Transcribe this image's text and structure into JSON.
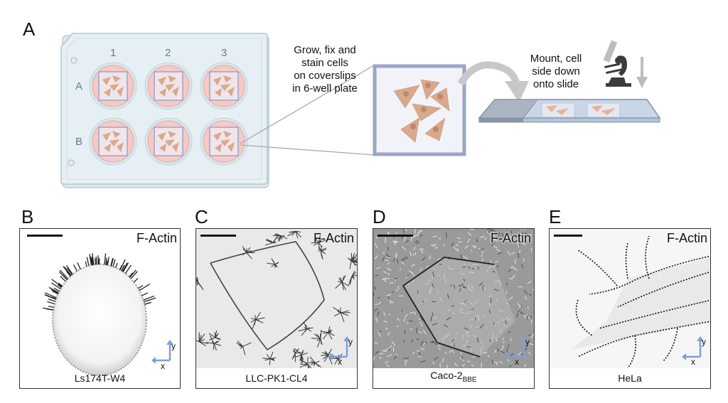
{
  "panels": {
    "A": {
      "letter": "A",
      "plate": {
        "column_labels": [
          "1",
          "2",
          "3"
        ],
        "row_labels": [
          "A",
          "B"
        ]
      },
      "step1_text": [
        "Grow, fix and",
        "stain cells",
        "on coverslips",
        "in 6-well plate"
      ],
      "step2_text": [
        "Mount, cell",
        "side down",
        "onto slide"
      ],
      "icons": [
        "well-plate-icon",
        "coverslip-cells-icon",
        "curved-arrow-icon",
        "microscope-icon",
        "down-arrow-icon",
        "glass-slide-icon"
      ]
    },
    "B": {
      "letter": "B",
      "stain": "F-Actin",
      "cell_line": "Ls174T-W4",
      "axis_x": "x",
      "axis_y": "y"
    },
    "C": {
      "letter": "C",
      "stain": "F-Actin",
      "cell_line": "LLC-PK1-CL4",
      "axis_x": "x",
      "axis_y": "y"
    },
    "D": {
      "letter": "D",
      "stain": "F-Actin",
      "cell_line": "Caco-2",
      "cell_line_sub": "BBE",
      "axis_x": "x",
      "axis_y": "y"
    },
    "E": {
      "letter": "E",
      "stain": "F-Actin",
      "cell_line": "HeLa",
      "axis_x": "x",
      "axis_y": "y"
    }
  },
  "colors": {
    "plate_fill": "#e4eef2",
    "plate_border": "#b9ccd6",
    "well_fill": "#f6c9c6",
    "well_ring": "#d9e6ec",
    "coverslip_border": "#9aa6c6",
    "cell_fill": "#d9a98c",
    "arrow_gray": "#c8c8c8",
    "axis_blue": "#7f9fd6"
  }
}
